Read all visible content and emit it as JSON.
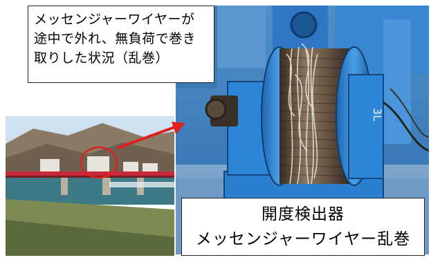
{
  "callout": {
    "lines": [
      "メッセンジャーワイヤーが",
      "途中で外れ、無負荷で巻き",
      "取りした状況（乱巻）"
    ]
  },
  "label": {
    "title": "開度検出器",
    "subtitle": "メッセンジャーワイヤー乱巻"
  },
  "equipment_marking": "3L",
  "colors": {
    "equipment_blue": "#2a7fd0",
    "arrow_red": "#e02020",
    "bridge_red": "#c8283a",
    "circle_red": "#e02020"
  }
}
